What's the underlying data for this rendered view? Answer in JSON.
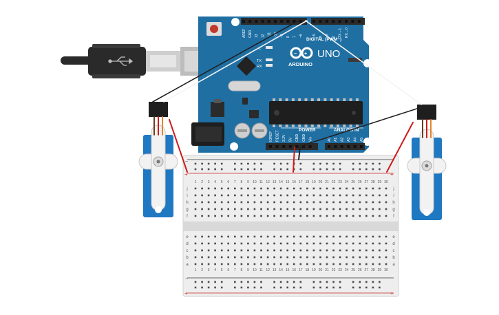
{
  "canvas": {
    "background": "#ffffff"
  },
  "colors": {
    "board": "#1f6fa3",
    "board_dark": "#185a86",
    "board_text": "#ffffff",
    "header": "#2b2b2b",
    "chip": "#1e1e1e",
    "breadboard": "#eeeeee",
    "breadboard_channel": "#d9d9d9",
    "hole": "#4a4a4a",
    "rail_red": "#cc2222",
    "rail_blue": "#333333",
    "servo_body": "#1f78c2",
    "servo_horn": "#f2f2f2",
    "wire_red": "#cc1b1b",
    "wire_black": "#222222",
    "wire_white": "#eeeeee",
    "wire_orange": "#e0862a",
    "wire_brown": "#6b3a1e",
    "usb_plug": "#2a2a2a",
    "usb_metal": "#cfcfcf",
    "reset_button": "#c0392b"
  },
  "arduino": {
    "logo_text": "ARDUINO",
    "model_text": "UNO",
    "digital_label": "DIGITAL (PWM~)",
    "power_label": "POWER",
    "analog_label": "ANALOG IN",
    "led_labels": [
      "L",
      "TX",
      "RX"
    ],
    "top_pin_labels": [
      "AREF",
      "GND",
      "13",
      "12",
      "~11",
      "~10",
      "~9",
      "8",
      "7",
      "~6",
      "~5",
      "4",
      "~3",
      "2",
      "TX→1",
      "RX←0"
    ],
    "power_pin_labels": [
      "IOREF",
      "RESET",
      "3.3V",
      "5V",
      "GND",
      "GND",
      "Vin"
    ],
    "analog_pin_labels": [
      "A0",
      "A1",
      "A2",
      "A3",
      "A4",
      "A5"
    ]
  },
  "breadboard": {
    "column_numbers": [
      "1",
      "2",
      "3",
      "4",
      "5",
      "6",
      "7",
      "8",
      "9",
      "10",
      "11",
      "12",
      "13",
      "14",
      "15",
      "16",
      "17",
      "18",
      "19",
      "20",
      "21",
      "22",
      "23",
      "24",
      "25",
      "26",
      "27",
      "28",
      "29",
      "30"
    ],
    "top_row_letters": [
      "j",
      "i",
      "h",
      "g",
      "f"
    ],
    "bottom_row_letters": [
      "e",
      "d",
      "c",
      "b",
      "a"
    ],
    "rail_plus": "+",
    "rail_minus": "−"
  },
  "icons": {
    "usb_symbol": "usb-icon",
    "infinity_logo": "arduino-infinity-logo"
  }
}
